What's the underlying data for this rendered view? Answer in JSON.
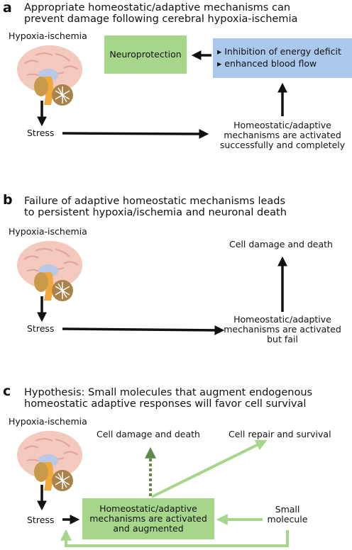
{
  "panel_a": {
    "letter": "a",
    "title_line1": "Appropriate homeostatic/adaptive mechanisms can",
    "title_line2": "prevent damage following cerebral hypoxia-ischemia",
    "hypoxia_label": "Hypoxia-ischemia",
    "stress_label": "Stress",
    "neuroprotection_label": "Neuroprotection",
    "bullet_1": "▸ Inhibition of energy deficit",
    "bullet_2": "▸ enhanced blood flow",
    "mechanism_line1": "Homeostatic/adaptive",
    "mechanism_line2": "mechanisms are activated",
    "mechanism_line3": "successfully and completely"
  },
  "panel_b": {
    "letter": "b",
    "title_line1": "Failure of adaptive homeostatic mechanisms leads",
    "title_line2": "to persistent hypoxia/ischemia and neuronal death",
    "hypoxia_label": "Hypoxia-ischemia",
    "stress_label": "Stress",
    "outcome_label": "Cell damage and death",
    "mechanism_line1": "Homeostatic/adaptive",
    "mechanism_line2": "mechanisms are activated",
    "mechanism_line3": "but fail"
  },
  "panel_c": {
    "letter": "c",
    "title_line1": "Hypothesis:  Small molecules that augment endogenous",
    "title_line2": "homeostatic adaptive  responses will favor cell survival",
    "hypoxia_label": "Hypoxia-ischemia",
    "stress_label": "Stress",
    "damage_label": "Cell damage and death",
    "repair_label": "Cell repair and survival",
    "box_line1": "Homeostatic/adaptive",
    "box_line2": "mechanisms are activated",
    "box_line3": "and augmented",
    "small_line1": "Small",
    "small_line2": "molecule"
  },
  "colors": {
    "green_box": "#a6d68a",
    "blue_box": "#a9c8ec",
    "green_arrow": "#a6d68a",
    "dark_green_dashed": "#5f8a4c",
    "black": "#111111"
  },
  "icons": [
    "brain-icon"
  ]
}
